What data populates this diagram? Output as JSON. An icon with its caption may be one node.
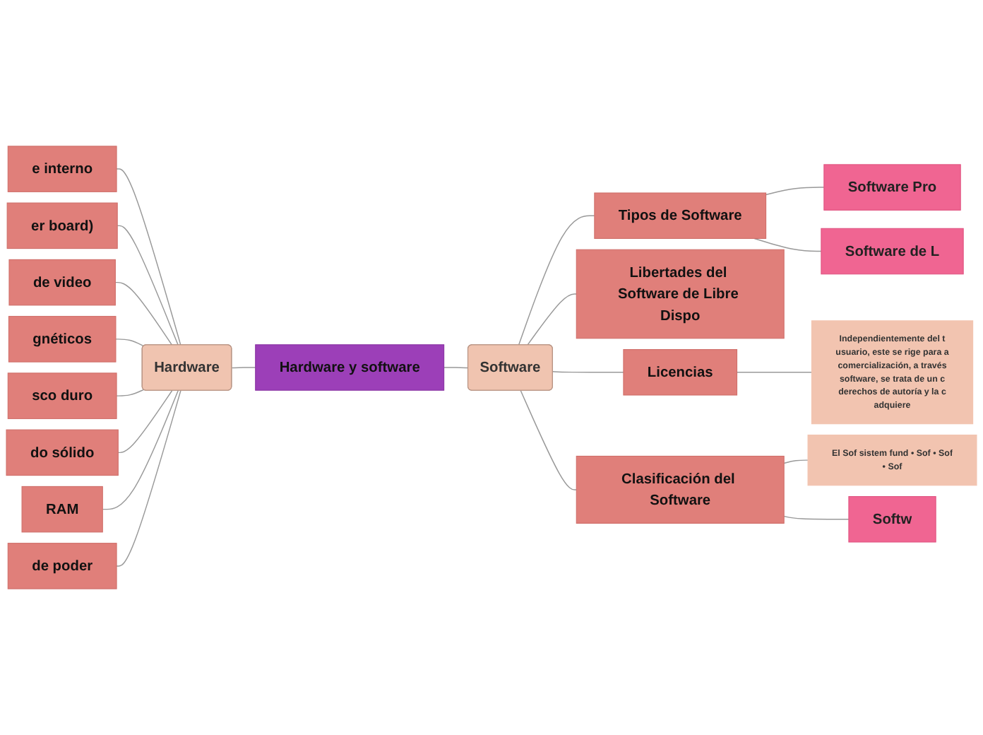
{
  "diagram": {
    "nodes": [
      {
        "text": [
          "Hardware y software"
        ]
      },
      {
        "text": [
          "Hardware"
        ]
      },
      {
        "text": [
          "Software"
        ]
      },
      {
        "text": [
          "e interno"
        ]
      },
      {
        "text": [
          "er board)"
        ]
      },
      {
        "text": [
          "de video"
        ]
      },
      {
        "text": [
          "gnéticos"
        ]
      },
      {
        "text": [
          "sco duro"
        ]
      },
      {
        "text": [
          "do sólido"
        ]
      },
      {
        "text": [
          "RAM"
        ]
      },
      {
        "text": [
          "de poder"
        ]
      },
      {
        "text": [
          "Tipos de Software"
        ]
      },
      {
        "text": [
          "Software Pro"
        ]
      },
      {
        "text": [
          "Software de L"
        ]
      },
      {
        "text": [
          "Libertades del Software de Libre Dispo"
        ]
      },
      {
        "text": [
          "Licencias"
        ]
      },
      {
        "text": [
          "Independientemente del t usuario, este se rige para a comercialización, a través software, se trata de un c derechos de autoría y la c adquiere"
        ]
      },
      {
        "text": [
          "Clasificación del Software"
        ]
      },
      {
        "text": [
          "El Sof sistem fund • Sof • Sof • Sof"
        ]
      },
      {
        "text": [
          "Softw"
        ]
      }
    ],
    "edges": [
      {
        "from": 1,
        "to": 0,
        "arrow": "none"
      },
      {
        "from": 0,
        "to": 2,
        "arrow": "none"
      },
      {
        "from": 3,
        "to": 1,
        "arrow": "none"
      },
      {
        "from": 4,
        "to": 1,
        "arrow": "none"
      },
      {
        "from": 5,
        "to": 1,
        "arrow": "none"
      },
      {
        "from": 6,
        "to": 1,
        "arrow": "none"
      },
      {
        "from": 7,
        "to": 1,
        "arrow": "none"
      },
      {
        "from": 8,
        "to": 1,
        "arrow": "none"
      },
      {
        "from": 9,
        "to": 1,
        "arrow": "none"
      },
      {
        "from": 10,
        "to": 1,
        "arrow": "none"
      },
      {
        "from": 2,
        "to": 11,
        "arrow": "none"
      },
      {
        "from": 11,
        "to": 12,
        "arrow": "none"
      },
      {
        "from": 11,
        "to": 13,
        "arrow": "none"
      },
      {
        "from": 2,
        "to": 14,
        "arrow": "none"
      },
      {
        "from": 2,
        "to": 15,
        "arrow": "none"
      },
      {
        "from": 15,
        "to": 16,
        "arrow": "none"
      },
      {
        "from": 2,
        "to": 17,
        "arrow": "none"
      },
      {
        "from": 17,
        "to": 18,
        "arrow": "none"
      },
      {
        "from": 17,
        "to": 19,
        "arrow": "none"
      }
    ]
  }
}
